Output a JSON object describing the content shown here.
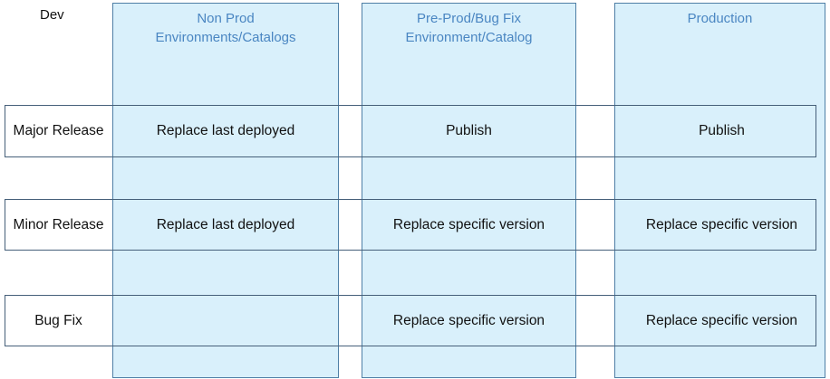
{
  "corner_label": "Dev",
  "columns": [
    {
      "title_line1": "Non Prod",
      "title_line2": "Environments/Catalogs"
    },
    {
      "title_line1": "Pre-Prod/Bug Fix",
      "title_line2": "Environment/Catalog"
    },
    {
      "title_line1": "Production",
      "title_line2": ""
    }
  ],
  "rows": [
    {
      "label": "Major Release",
      "cells": [
        "Replace last deployed",
        "Publish",
        "Publish"
      ]
    },
    {
      "label": "Minor Release",
      "cells": [
        "Replace last deployed",
        "Replace specific version",
        "Replace specific version"
      ]
    },
    {
      "label": "Bug Fix",
      "cells": [
        "",
        "Replace specific version",
        "Replace specific version"
      ]
    }
  ],
  "colors": {
    "column_fill": "#d9f0fb",
    "column_title": "#4a86c2",
    "border": "#46607a"
  }
}
